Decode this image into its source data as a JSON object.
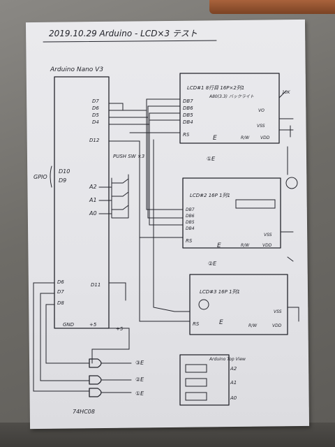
{
  "photo": {
    "subject": "hand-drawn schematic on paper",
    "colors": {
      "paper": "#e6e6ea",
      "ink": "#22232a",
      "background": "#6f6d68",
      "wood": "#9b5a33"
    }
  },
  "sheet": {
    "title": "2019.10.29   Arduino - LCD×3 テスト",
    "mcu_label": "Arduino Nano V3",
    "mcu_pins": [
      "D7",
      "D6",
      "D5",
      "D4",
      "D12",
      "D10",
      "D9",
      "D6",
      "D7",
      "D8",
      "D11",
      "GND",
      "+5",
      "+5"
    ],
    "group_label": "GPIO",
    "switch_label": "PUSH SW ×3",
    "switch_pins": [
      "A2",
      "A1",
      "A0"
    ],
    "lcd1": {
      "label": "LCD#1  8行目 16P×2列1",
      "sub": "A80(3.3) バックライト",
      "pins": [
        "DB7",
        "DB6",
        "DB5",
        "DB4",
        "RS",
        "E",
        "R/W",
        "VDD",
        "VSS",
        "VO"
      ]
    },
    "lcd2": {
      "label": "LCD#2  16P 1列1",
      "pins": [
        "DB7",
        "DB6",
        "DB5",
        "DB4",
        "RS",
        "E",
        "R/W",
        "VDD",
        "VSS"
      ]
    },
    "lcd3": {
      "label": "LCD#3  16P 1列1",
      "pins": [
        "RS",
        "E",
        "R/W",
        "VDD",
        "VSS"
      ]
    },
    "pot_label": "10K",
    "gate_chip": "74HC08",
    "enable_labels": [
      "③E",
      "②E",
      "①E"
    ],
    "topview": {
      "title": "Arduino Top View",
      "pins": [
        "A2",
        "A1",
        "A0"
      ]
    }
  }
}
